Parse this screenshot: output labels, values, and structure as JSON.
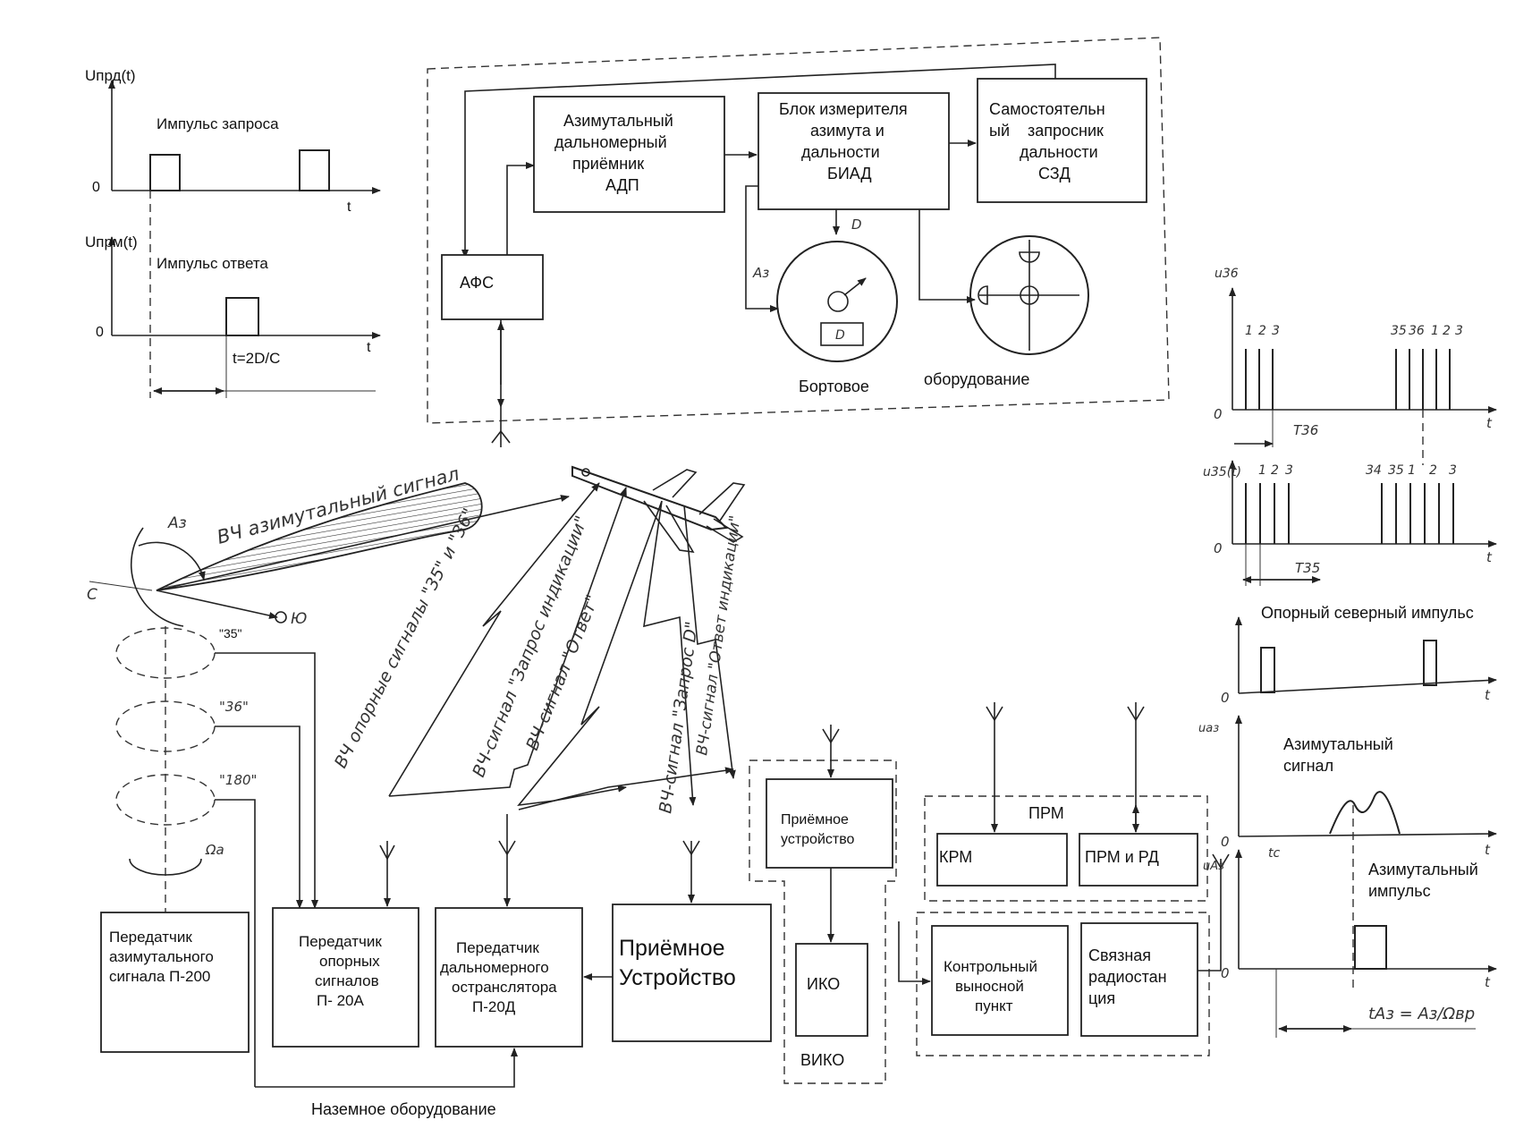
{
  "top_left_graphs": {
    "transmit": {
      "ylabel": "Uпрд(t)",
      "pulse_label": "Импульс запроса",
      "zero": "0",
      "t": "t"
    },
    "receive": {
      "ylabel": "Uпрм(t)",
      "pulse_label": "Импульс ответа",
      "zero": "0",
      "t": "t",
      "delay": "t=2D/C"
    }
  },
  "onboard": {
    "adp": [
      "Азимутальный",
      "дальномерный",
      "приёмник",
      "АДП"
    ],
    "biad": [
      "Блок измерителя",
      "азимута и",
      "дальности",
      "БИАД"
    ],
    "szd": [
      "Самостоятельн",
      "ый    запросник",
      "дальности",
      "СЗД"
    ],
    "afs": "АФС",
    "d_mark": "D",
    "az_mark": "Аз",
    "dial_d": "D",
    "caption_left": "Бортовое",
    "caption_right": "оборудование"
  },
  "radio": {
    "azimuth_signal": "ВЧ азимутальный сигнал",
    "ref_signals": "ВЧ опорные сигналы \"35\" и \"36\"",
    "request_ind": "ВЧ-сигнал \"Запрос индикации\"",
    "answer": "ВЧ-сигнал \"Ответ\"",
    "request_d": "ВЧ-сигнал \"Запрос D\"",
    "answer_ind": "ВЧ-сигнал \"Ответ индикации\"",
    "az": "Аз",
    "north": "С",
    "south": "Ю",
    "omega": "Ωа",
    "r35": "\"35\"",
    "r36": "\"36\"",
    "r180": "\"180\""
  },
  "ground": {
    "p200": [
      "Передатчик",
      "азимутального",
      "сигнала П-200"
    ],
    "p20a": [
      "Передатчик",
      "опорных",
      "сигналов",
      "П- 20А"
    ],
    "p20d": [
      "Передатчик",
      "дальномерного",
      "остранслятора",
      "П-20Д"
    ],
    "rx_big": [
      "Приёмное",
      "Устройство"
    ],
    "rx_small": [
      "Приёмное",
      "устройство"
    ],
    "iko": "ИКО",
    "viko": "ВИКО",
    "prm": "ПРМ",
    "krm": "КРМ",
    "prm_rd": "ПРМ и РД",
    "kvp": [
      "Контрольный",
      "выносной",
      "пункт"
    ],
    "radio_station": [
      "Связная",
      "радиостан",
      "ция"
    ],
    "caption": "Наземное оборудование"
  },
  "right_graphs": {
    "g1": {
      "ylabel": "u36",
      "zero": "0",
      "t": "t",
      "labels": [
        "1",
        "2",
        "3",
        "35",
        "36",
        "1",
        "2",
        "3"
      ],
      "period": "T36"
    },
    "g2": {
      "ylabel": "u35(t)",
      "zero": "0",
      "t": "t",
      "labels": [
        "1",
        "2",
        "3",
        "34",
        "35",
        "1",
        "2",
        "3"
      ],
      "period": "T35"
    },
    "g3": {
      "title": "Опорный северный импульс",
      "zero": "0",
      "t": "t"
    },
    "g4": {
      "ylabel": "uаз",
      "title": [
        "Азимутальный",
        "сигнал"
      ],
      "zero": "0",
      "t": "t",
      "tc": "tc"
    },
    "g5": {
      "ylabel": "uАз",
      "title": [
        "Азимутальный",
        "импульс"
      ],
      "zero": "0",
      "t": "t",
      "formula": "tАз = Аз/Ωвр"
    }
  }
}
